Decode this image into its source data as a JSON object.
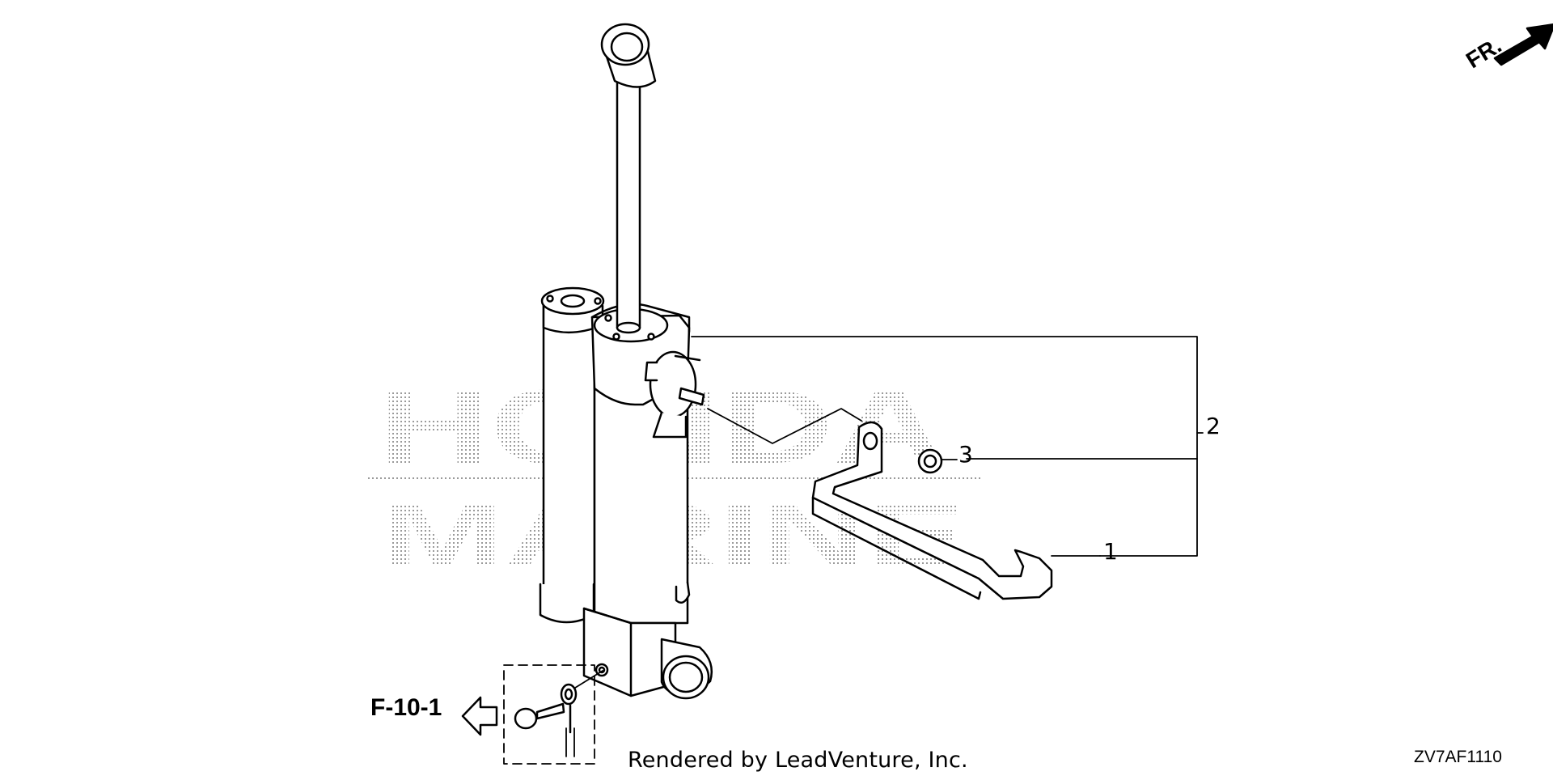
{
  "diagram": {
    "watermark": {
      "line1": "HONDA",
      "line2": "MARINE"
    },
    "callouts": {
      "part1": "1",
      "part2": "2",
      "part3": "3"
    },
    "reference": "F-10-1",
    "direction": "FR.",
    "code": "ZV7AF1110",
    "credit": "Rendered by LeadVenture, Inc."
  }
}
